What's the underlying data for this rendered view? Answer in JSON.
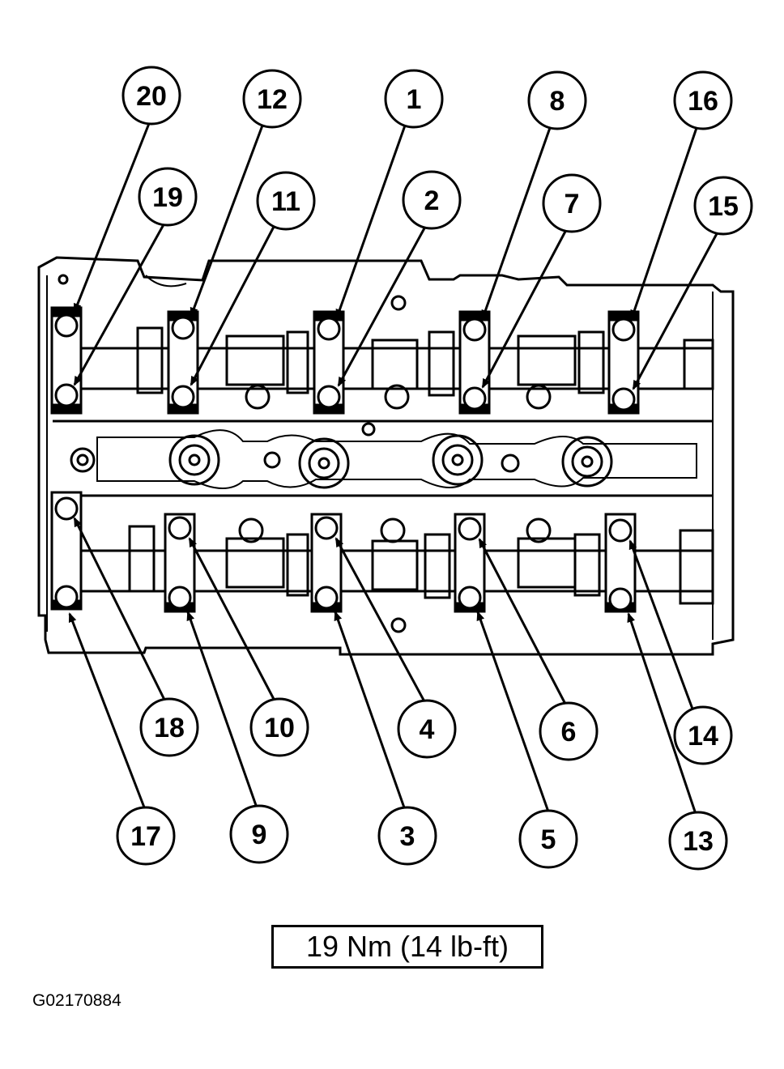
{
  "callouts": {
    "c1": "1",
    "c2": "2",
    "c3": "3",
    "c4": "4",
    "c5": "5",
    "c6": "6",
    "c7": "7",
    "c8": "8",
    "c9": "9",
    "c10": "10",
    "c11": "11",
    "c12": "12",
    "c13": "13",
    "c14": "14",
    "c15": "15",
    "c16": "16",
    "c17": "17",
    "c18": "18",
    "c19": "19",
    "c20": "20"
  },
  "torque_spec": "19 Nm (14 lb-ft)",
  "figure_id": "G02170884"
}
